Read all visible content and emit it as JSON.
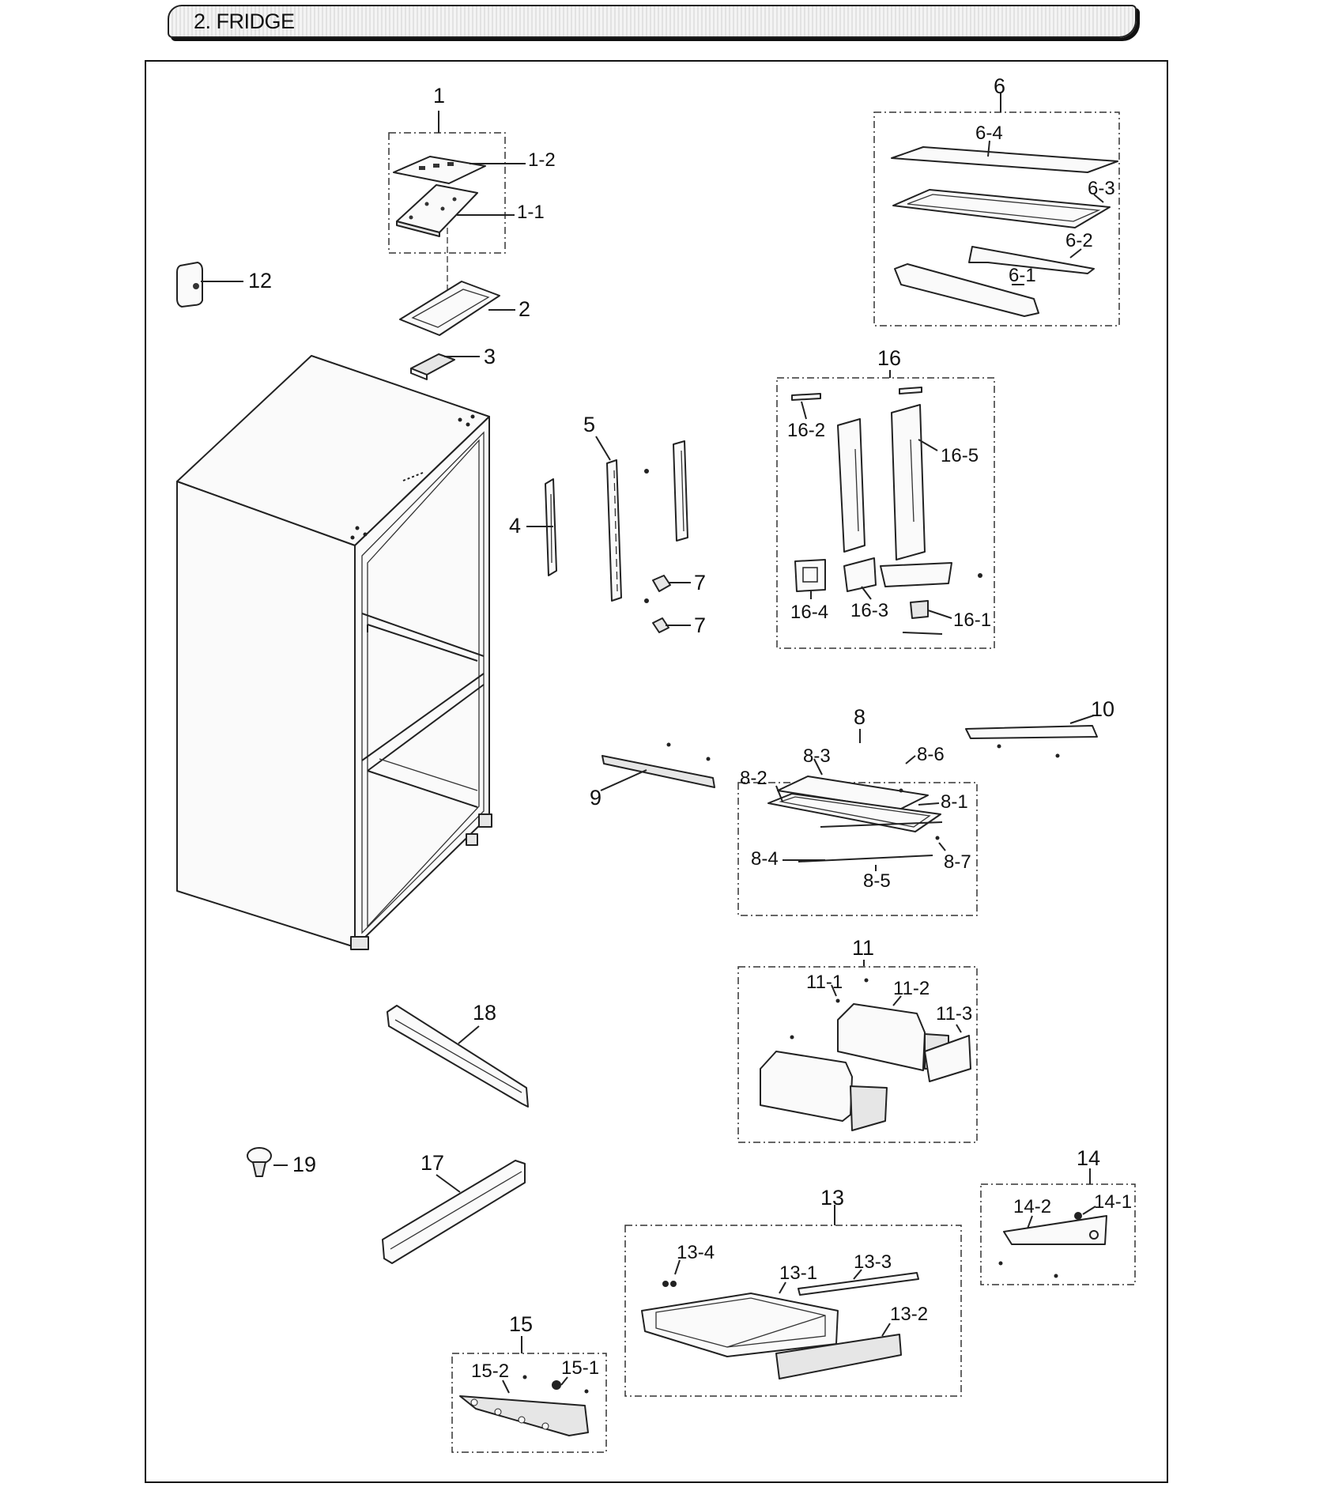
{
  "header": {
    "title": "2. FRIDGE"
  },
  "labels": {
    "p1": "1",
    "p1_2": "1-2",
    "p1_1": "1-1",
    "p2": "2",
    "p3": "3",
    "p4": "4",
    "p5": "5",
    "p6": "6",
    "p6_4": "6-4",
    "p6_3": "6-3",
    "p6_2": "6-2",
    "p6_1": "6-1",
    "p7a": "7",
    "p7b": "7",
    "p8": "8",
    "p8_1": "8-1",
    "p8_2": "8-2",
    "p8_3": "8-3",
    "p8_4": "8-4",
    "p8_5": "8-5",
    "p8_6": "8-6",
    "p8_7": "8-7",
    "p9": "9",
    "p10": "10",
    "p11": "11",
    "p11_1": "11-1",
    "p11_2": "11-2",
    "p11_3": "11-3",
    "p12": "12",
    "p13": "13",
    "p13_1": "13-1",
    "p13_2": "13-2",
    "p13_3": "13-3",
    "p13_4": "13-4",
    "p14": "14",
    "p14_1": "14-1",
    "p14_2": "14-2",
    "p15": "15",
    "p15_1": "15-1",
    "p15_2": "15-2",
    "p16": "16",
    "p16_1": "16-1",
    "p16_2": "16-2",
    "p16_3": "16-3",
    "p16_4": "16-4",
    "p16_5": "16-5",
    "p17": "17",
    "p18": "18",
    "p19": "19"
  }
}
